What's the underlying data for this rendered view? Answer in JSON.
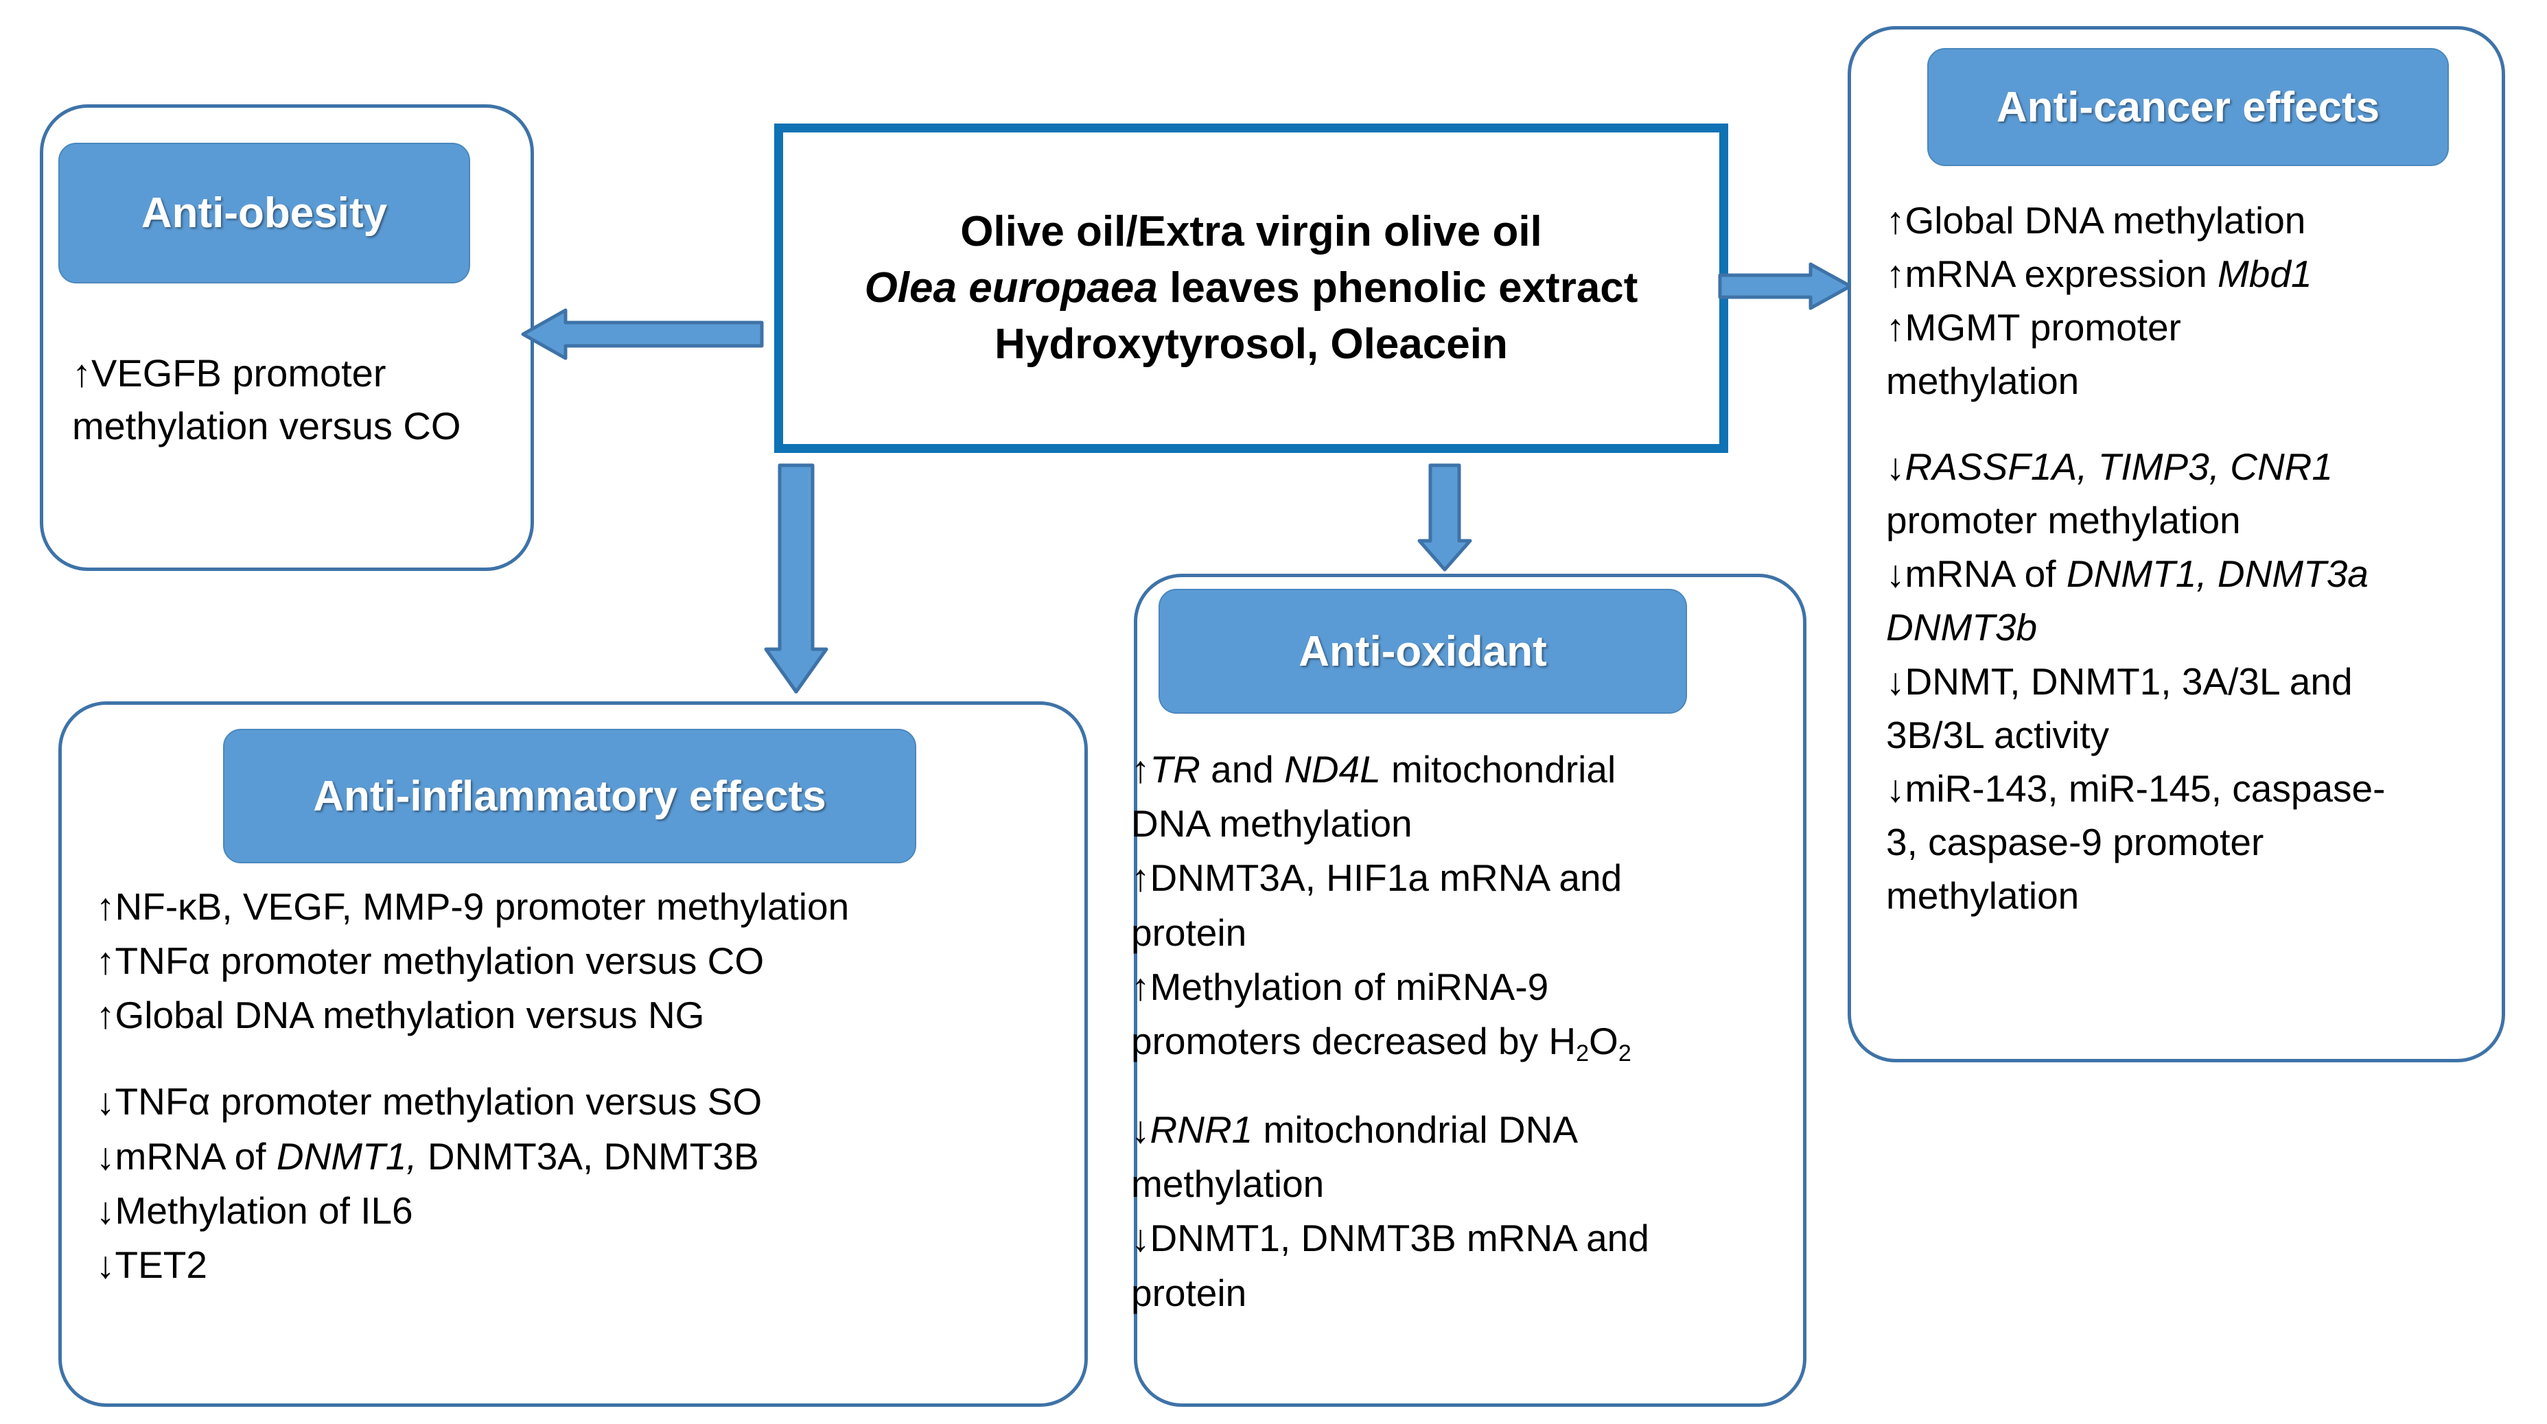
{
  "colors": {
    "pill_fill": "#5b9bd5",
    "pill_stroke": "#4a87bd",
    "panel_stroke": "#3e73a8",
    "center_stroke": "#0f72b5",
    "arrow_fill": "#5b9bd5",
    "arrow_stroke": "#3e73a8",
    "text": "#000000"
  },
  "center": {
    "name": "olive-oil-source-box",
    "line1": "Olive oil/Extra virgin olive oil",
    "line2_italic": "Olea europaea",
    "line2_rest": " leaves phenolic extract",
    "line3": "Hydroxytyrosol, Oleacein"
  },
  "arrows": [
    {
      "name": "arrow-to-anti-obesity",
      "direction": "left"
    },
    {
      "name": "arrow-to-anti-cancer",
      "direction": "right"
    },
    {
      "name": "arrow-to-anti-inflammatory",
      "direction": "down"
    },
    {
      "name": "arrow-to-anti-oxidant",
      "direction": "down"
    }
  ],
  "panels": {
    "anti_obesity": {
      "title": "Anti-obesity",
      "lines": [
        "↑VEGFB promoter",
        "methylation versus CO"
      ]
    },
    "anti_cancer": {
      "title": "Anti-cancer effects",
      "up_lines": [
        "↑Global DNA methylation",
        "↑mRNA expression Mbd1",
        "↑MGMT promoter",
        "methylation"
      ],
      "down_lines": [
        "↓RASSF1A, TIMP3, CNR1",
        "promoter methylation",
        "↓mRNA of DNMT1, DNMT3a",
        "DNMT3b",
        "↓DNMT, DNMT1, 3A/3L and",
        "3B/3L activity",
        "↓miR-143, miR-145, caspase-",
        "3, caspase-9 promoter",
        "methylation"
      ]
    },
    "anti_inflammatory": {
      "title": "Anti-inflammatory  effects",
      "up_lines": [
        "↑NF-κB, VEGF, MMP-9 promoter methylation",
        "↑TNFα promoter methylation versus CO",
        "↑Global DNA methylation versus NG"
      ],
      "down_lines": [
        "↓TNFα promoter methylation versus SO",
        "↓mRNA of DNMT1, DNMT3A, DNMT3B",
        "↓Methylation of IL6",
        "↓TET2"
      ]
    },
    "anti_oxidant": {
      "title": "Anti-oxidant",
      "up_lines": [
        "↑TR and ND4L mitochondrial",
        "DNA methylation",
        "↑DNMT3A, HIF1a mRNA and",
        "protein",
        "↑Methylation of miRNA-9",
        "promoters decreased by H2O2"
      ],
      "down_lines": [
        "↓RNR1 mitochondrial DNA",
        "methylation",
        "↓DNMT1, DNMT3B mRNA and",
        "protein"
      ]
    }
  }
}
